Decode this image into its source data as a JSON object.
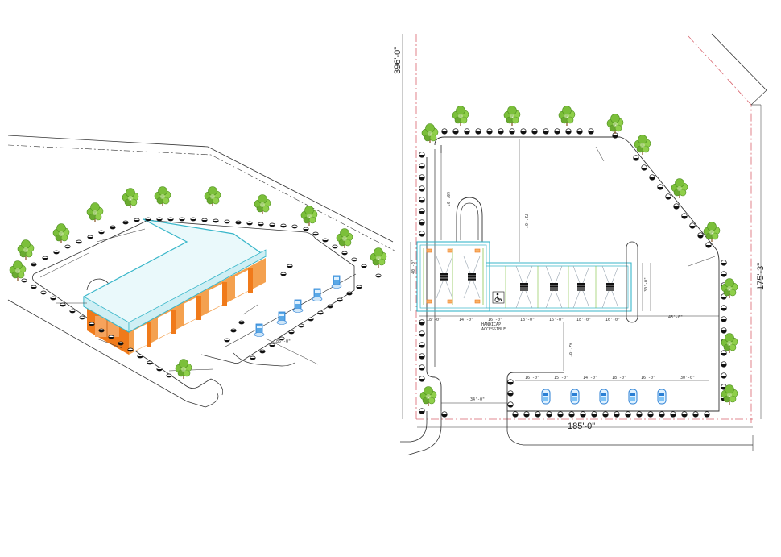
{
  "plan": {
    "dim_overall_width": "185'-0\"",
    "dim_left": "396'-0\"",
    "dim_right": "175'-3\"",
    "handicap_label_line1": "HANDICAP",
    "handicap_label_line2": "ACCESSIBLE",
    "bay_dims": [
      "18'-0\"",
      "14'-0\"",
      "16'-0\"",
      "18'-0\"",
      "16'-0\"",
      "18'-0\"",
      "16'-0\""
    ],
    "charger_dims": [
      "16'-0\"",
      "15'-0\"",
      "14'-0\"",
      "18'-0\"",
      "16'-0\"",
      "30'-0\""
    ],
    "dim_vert_center": "72'-0\"",
    "dim_mid": "43'-0\"",
    "dim_lower": "42'-0\"",
    "dim_left_bottom": "34'-0\"",
    "dim_top_left": "60'-0\"",
    "dim_building_left": "40'-0\"",
    "dim_building_right": "30'-0\""
  },
  "iso": {
    "dim_front": "185'-0\""
  },
  "colors": {
    "roof_outline": "#38b6c9",
    "building_orange": "#f07a1a",
    "tree_green": "#7bbf3a",
    "trunk": "#8a5a2b",
    "charger_blue": "#2a7fd4",
    "property_line": "#d9646e",
    "line": "#333333"
  }
}
